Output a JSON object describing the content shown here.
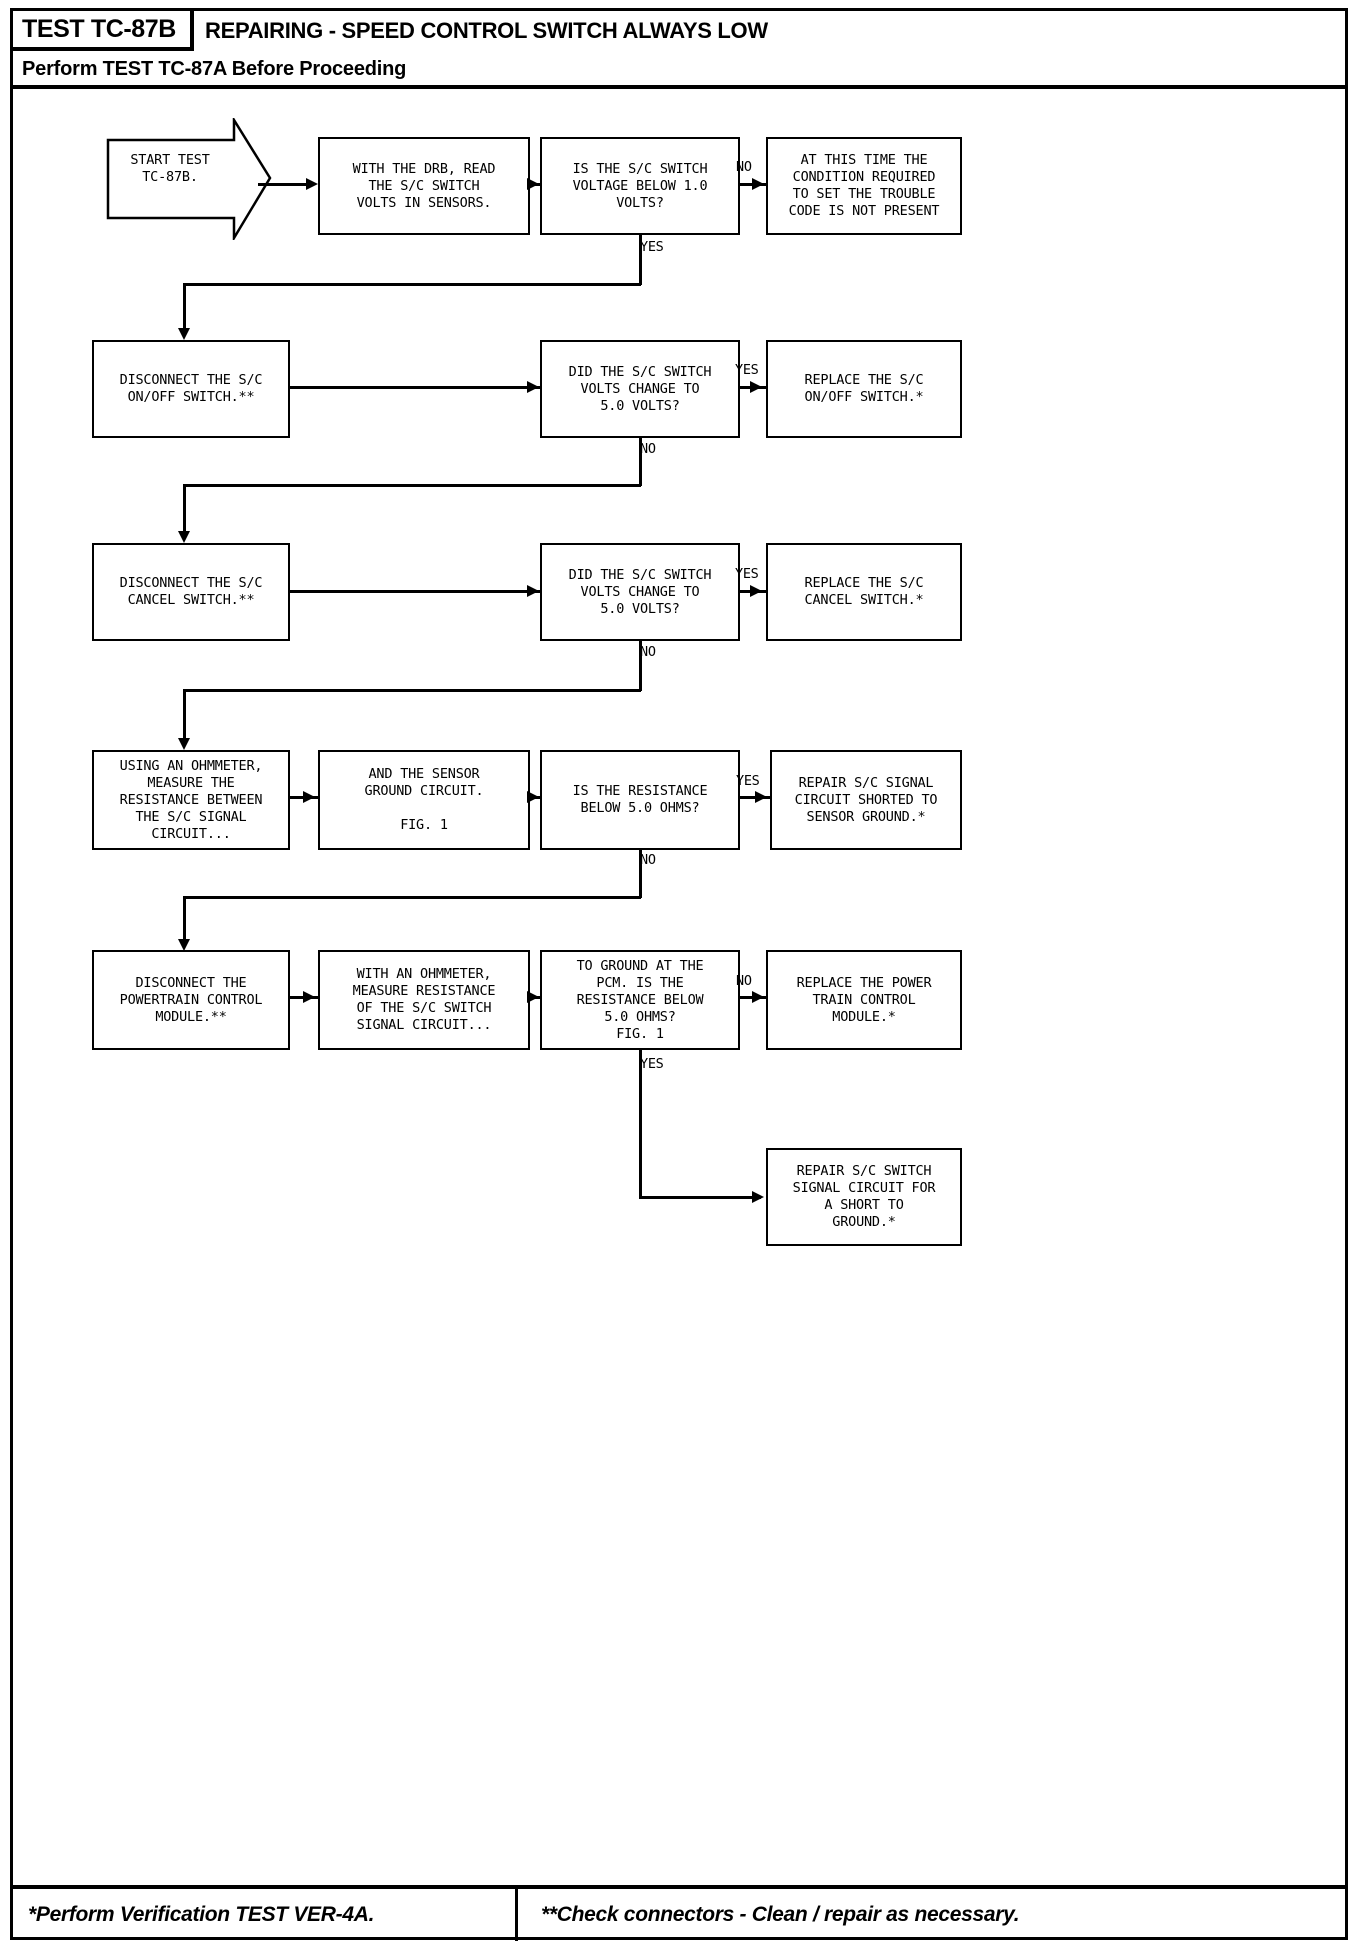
{
  "header": {
    "test_id": "TEST TC-87B",
    "title": "REPAIRING - SPEED CONTROL SWITCH ALWAYS LOW",
    "subtitle": "Perform TEST TC-87A Before Proceeding"
  },
  "footer": {
    "left_note": "*Perform Verification TEST VER-4A.",
    "right_note": "**Check connectors - Clean / repair as necessary."
  },
  "colors": {
    "ink": "#000000",
    "paper": "#ffffff"
  },
  "nodes": {
    "start": "START TEST\nTC-87B.",
    "read_volts": "WITH THE DRB, READ\nTHE S/C SWITCH\nVOLTS IN SENSORS.",
    "q_voltage_below_1": "IS THE S/C SWITCH\nVOLTAGE BELOW 1.0\nVOLTS?",
    "not_present": "AT THIS TIME THE\nCONDITION REQUIRED\nTO SET THE TROUBLE\nCODE IS NOT PRESENT",
    "disconnect_onoff": "DISCONNECT THE S/C\nON/OFF SWITCH.**",
    "q_change_5v_a": "DID THE S/C SWITCH\nVOLTS CHANGE TO\n5.0 VOLTS?",
    "replace_onoff": "REPLACE THE S/C\nON/OFF SWITCH.*",
    "disconnect_cancel": "DISCONNECT THE S/C\nCANCEL SWITCH.**",
    "q_change_5v_b": "DID THE S/C SWITCH\nVOLTS CHANGE TO\n5.0 VOLTS?",
    "replace_cancel": "REPLACE THE S/C\nCANCEL SWITCH.*",
    "ohmmeter_measure": "USING AN OHMMETER,\nMEASURE THE\nRESISTANCE BETWEEN\nTHE S/C SIGNAL\nCIRCUIT...",
    "sensor_ground": "AND THE SENSOR\nGROUND CIRCUIT.\n\nFIG. 1",
    "q_resistance_below_5": "IS THE RESISTANCE\nBELOW 5.0 OHMS?",
    "repair_shorted": "REPAIR S/C SIGNAL\nCIRCUIT SHORTED TO\nSENSOR GROUND.*",
    "disconnect_pcm": "DISCONNECT THE\nPOWERTRAIN CONTROL\nMODULE.**",
    "measure_signal": "WITH AN OHMMETER,\nMEASURE RESISTANCE\nOF THE S/C SWITCH\nSIGNAL CIRCUIT...",
    "q_ground_pcm": "TO GROUND AT THE\nPCM. IS THE\nRESISTANCE BELOW\n5.0 OHMS?\nFIG. 1",
    "replace_pcm": "REPLACE THE POWER\nTRAIN CONTROL\nMODULE.*",
    "repair_short_ground": "REPAIR S/C SWITCH\nSIGNAL CIRCUIT FOR\nA SHORT TO\nGROUND.*"
  },
  "edge_labels": {
    "no_1": "NO",
    "yes_1": "YES",
    "yes_2": "YES",
    "no_2": "NO",
    "yes_3": "YES",
    "no_3": "NO",
    "yes_4": "YES",
    "no_4": "NO",
    "no_5": "NO",
    "yes_5": "YES"
  }
}
